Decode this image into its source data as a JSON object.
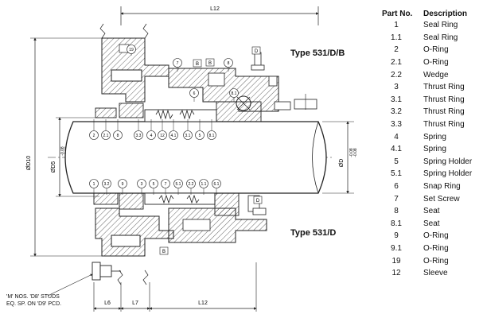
{
  "parts_table": {
    "header": {
      "part_no": "Part No.",
      "description": "Description"
    },
    "rows": [
      {
        "no": "1",
        "desc": "Seal Ring"
      },
      {
        "no": "1.1",
        "desc": "Seal Ring"
      },
      {
        "no": "2",
        "desc": "O-Ring"
      },
      {
        "no": "2.1",
        "desc": "O-Ring"
      },
      {
        "no": "2.2",
        "desc": "Wedge"
      },
      {
        "no": "3",
        "desc": "Thrust Ring"
      },
      {
        "no": "3.1",
        "desc": "Thrust Ring"
      },
      {
        "no": "3.2",
        "desc": "Thrust Ring"
      },
      {
        "no": "3.3",
        "desc": "Thrust Ring"
      },
      {
        "no": "4",
        "desc": "Spring"
      },
      {
        "no": "4.1",
        "desc": "Spring"
      },
      {
        "no": "5",
        "desc": "Spring Holder"
      },
      {
        "no": "5.1",
        "desc": "Spring Holder"
      },
      {
        "no": "6",
        "desc": "Snap Ring"
      },
      {
        "no": "7",
        "desc": "Set Screw"
      },
      {
        "no": "8",
        "desc": "Seat"
      },
      {
        "no": "8.1",
        "desc": "Seat"
      },
      {
        "no": "9",
        "desc": "O-Ring"
      },
      {
        "no": "9.1",
        "desc": "O-Ring"
      },
      {
        "no": "19",
        "desc": "O-Ring"
      },
      {
        "no": "12",
        "desc": "Sleeve"
      }
    ]
  },
  "labels": {
    "type_top": "Type 531/D/B",
    "type_bottom": "Type 531/D",
    "note_line1": "'M' NOS. 'D8' STUDS",
    "note_line2": "EQ. SP. ON 'D9' PCD."
  },
  "dimensions": {
    "l12_top": "L12",
    "l12_bottom": "L12",
    "l6": "L6",
    "l7": "L7",
    "d10": "ØD10",
    "d5": "ØD5",
    "d5_tol": "-0.08",
    "d5_tol2": "-0.08",
    "d0": "ØD",
    "d0_tol": "-0.08",
    "d0_tol2": "-0.08"
  },
  "balloons_top": [
    "19",
    "7",
    "6",
    "8.1",
    "8",
    "2",
    "2.1",
    "8",
    "3.3",
    "4",
    "12",
    "4.1",
    "3.1",
    "5",
    "8.1"
  ],
  "balloons_bottom": [
    "1",
    "3.2",
    "9",
    "3",
    "5",
    "7",
    "5.1",
    "2.2",
    "1.1",
    "6.1"
  ],
  "small_tags": [
    "D",
    "B",
    "B",
    "D",
    "B"
  ]
}
